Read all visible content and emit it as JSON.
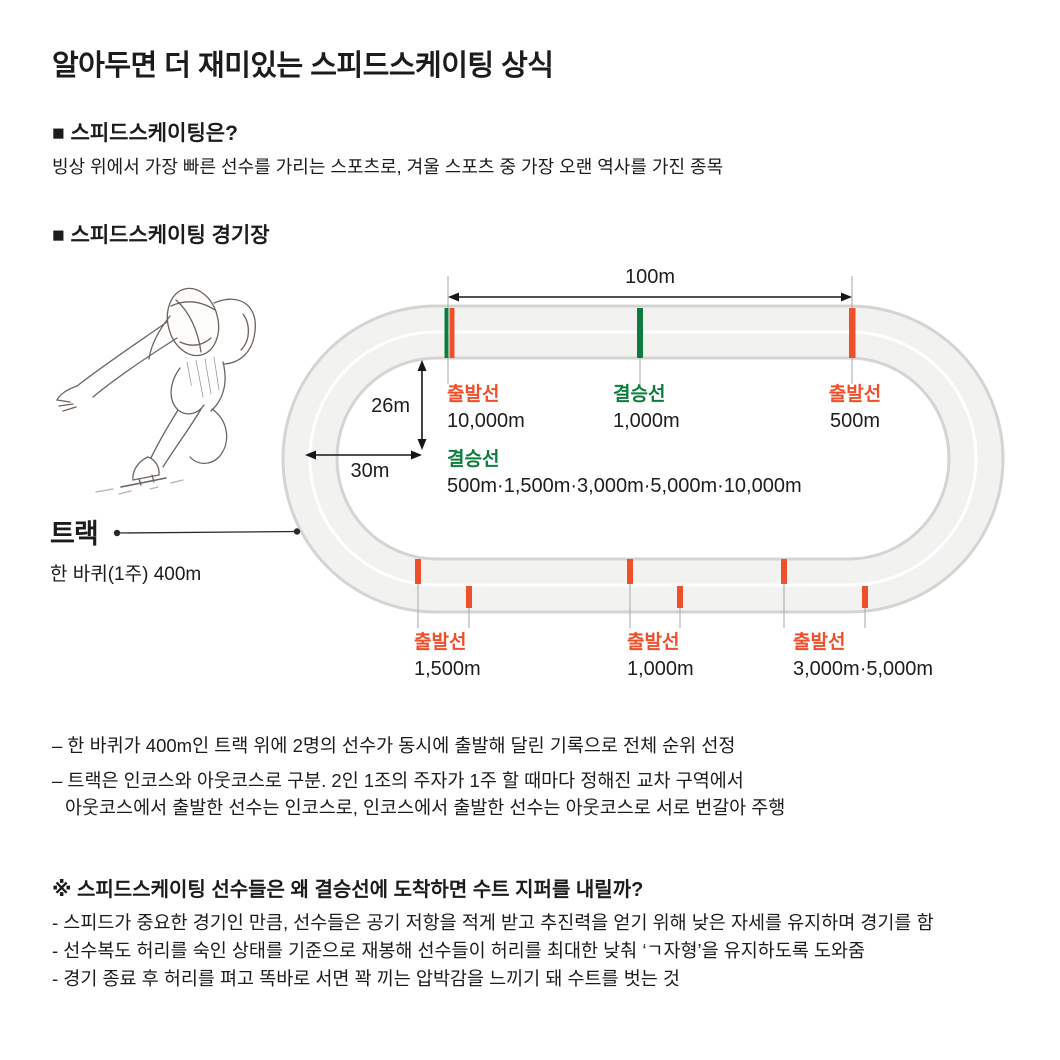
{
  "page": {
    "title": "알아두면 더 재미있는 스피드스케이팅 상식"
  },
  "sections": {
    "about": {
      "heading": "■ 스피드스케이팅은?",
      "body": "빙상 위에서 가장 빠른 선수를 가리는 스포츠로, 겨울 스포츠 중 가장 오랜 역사를 가진 종목"
    },
    "rink": {
      "heading": "■ 스피드스케이팅 경기장"
    },
    "zipper": {
      "heading": "※ 스피드스케이팅 선수들은 왜 결승선에 도착하면 수트 지퍼를 내릴까?",
      "bullets": [
        "- 스피드가 중요한 경기인 만큼, 선수들은 공기 저항을 적게 받고 추진력을 얻기 위해 낮은 자세를 유지하며 경기를 함",
        "- 선수복도 허리를 숙인 상태를 기준으로 재봉해 선수들이 허리를 최대한 낮춰 ‘ㄱ자형’을 유지하도록 도와줌",
        "- 경기 종료 후 허리를 펴고 똑바로 서면 꽉 끼는 압박감을 느끼기 돼 수트를 벗는 것"
      ]
    }
  },
  "notes": {
    "lines": [
      "– 한 바퀴가 400m인 트랙 위에 2명의 선수가 동시에 출발해 달린 기록으로 전체 순위 선정",
      "– 트랙은 인코스와 아웃코스로 구분. 2인 1조의 주자가 1주 할 때마다 정해진 교차 구역에서",
      "아웃코스에서 출발한 선수는 인코스로, 인코스에서 출발한 선수는 아웃코스로 서로 번갈아 주행"
    ]
  },
  "diagram": {
    "measurements": {
      "straight": "100m",
      "inner_height": "26m",
      "inner_radius": "30m"
    },
    "track": {
      "label": "트랙",
      "sublabel": "한 바퀴(1주) 400m"
    },
    "labels": {
      "top_left": {
        "type": "출발선",
        "value": "10,000m"
      },
      "top_center": {
        "type": "결승선",
        "value": "1,000m"
      },
      "top_right": {
        "type": "출발선",
        "value": "500m"
      },
      "finish_all": {
        "type": "결승선",
        "value": "500m·1,500m·3,000m·5,000m·10,000m"
      },
      "bottom_left": {
        "type": "출발선",
        "value": "1,500m"
      },
      "bottom_center": {
        "type": "출발선",
        "value": "1,000m"
      },
      "bottom_right": {
        "type": "출발선",
        "value": "3,000m·5,000m"
      }
    },
    "colors": {
      "start": "#f04f2b",
      "finish": "#0e7c3e",
      "track_surface": "#f2f2f1",
      "track_edge": "#d4d4d2",
      "lane_divider": "#ffffff"
    }
  }
}
